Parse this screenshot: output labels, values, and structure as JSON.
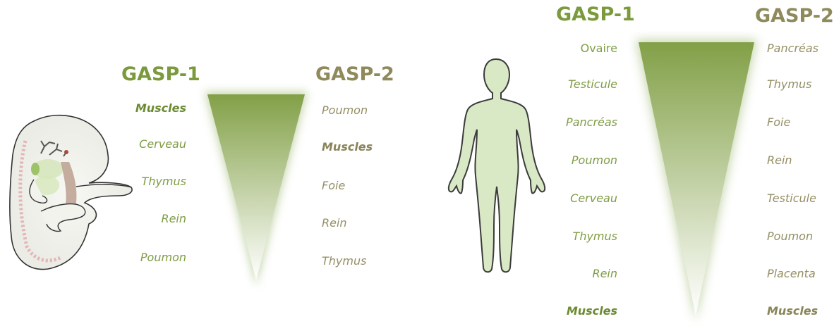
{
  "embryo": {
    "gasp1_title": "GASP-1",
    "gasp2_title": "GASP-2",
    "gasp1_items": [
      "Muscles",
      "Cerveau",
      "Thymus",
      "Rein",
      "Poumon"
    ],
    "gasp2_items": [
      "Poumon",
      "Muscles",
      "Foie",
      "Rein",
      "Thymus"
    ]
  },
  "adult": {
    "gasp1_title": "GASP-1",
    "gasp2_title": "GASP-2",
    "gasp1_items": [
      "Ovaire",
      "Testicule",
      "Pancréas",
      "Poumon",
      "Cerveau",
      "Thymus",
      "Rein",
      "Muscles"
    ],
    "gasp2_items": [
      "Pancréas",
      "Thymus",
      "Foie",
      "Rein",
      "Testicule",
      "Poumon",
      "Placenta",
      "Muscles"
    ]
  },
  "colors": {
    "gasp1": "#7a9a3c",
    "gasp2": "#8f8a5c",
    "gradient_top": "#82a047",
    "gradient_bottom": "#ffffff",
    "body_fill": "#d9e9c5"
  },
  "icons": {
    "embryo": "embryo-illustration",
    "human": "human-silhouette"
  }
}
